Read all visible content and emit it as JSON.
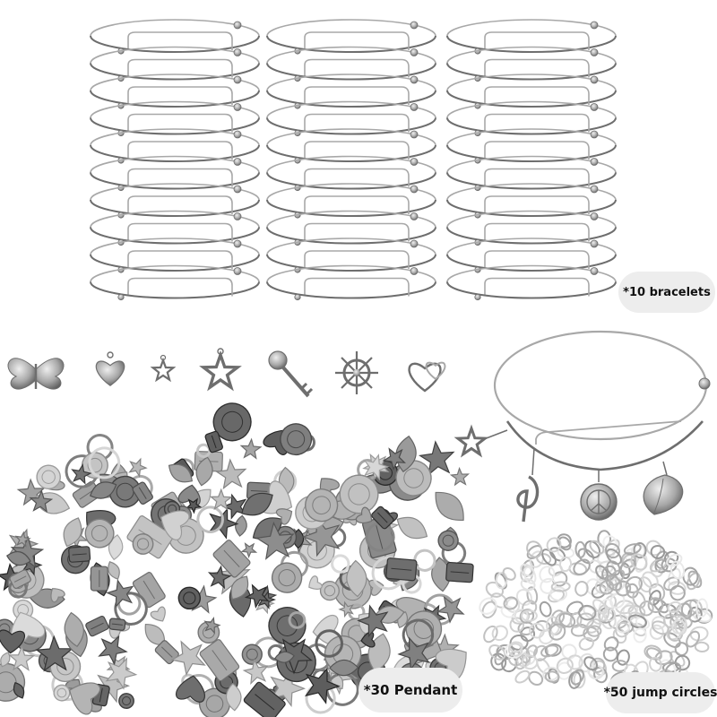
{
  "labels": {
    "bracelets": "*10 bracelets",
    "pendant": "*30 Pendant",
    "jump_circles": "*50 jump circles"
  },
  "product": {
    "bracelet_stacks": 3,
    "bracelets_per_stack": 10,
    "sample_charms": [
      "butterfly-charm",
      "heart-charm",
      "small-star-charm",
      "star-charm",
      "key-charm",
      "ship-wheel-charm",
      "double-heart-charm"
    ],
    "assembled_bracelet_charms": [
      "star-charm",
      "music-note-charm",
      "peace-coin-charm",
      "leaf-charm"
    ]
  },
  "colors": {
    "background": "#ffffff",
    "silver_light": "#d8d8d8",
    "silver_mid": "#a8a8a8",
    "silver_dark": "#6e6e6e",
    "label_background": "#ededed",
    "label_text": "#111111"
  }
}
